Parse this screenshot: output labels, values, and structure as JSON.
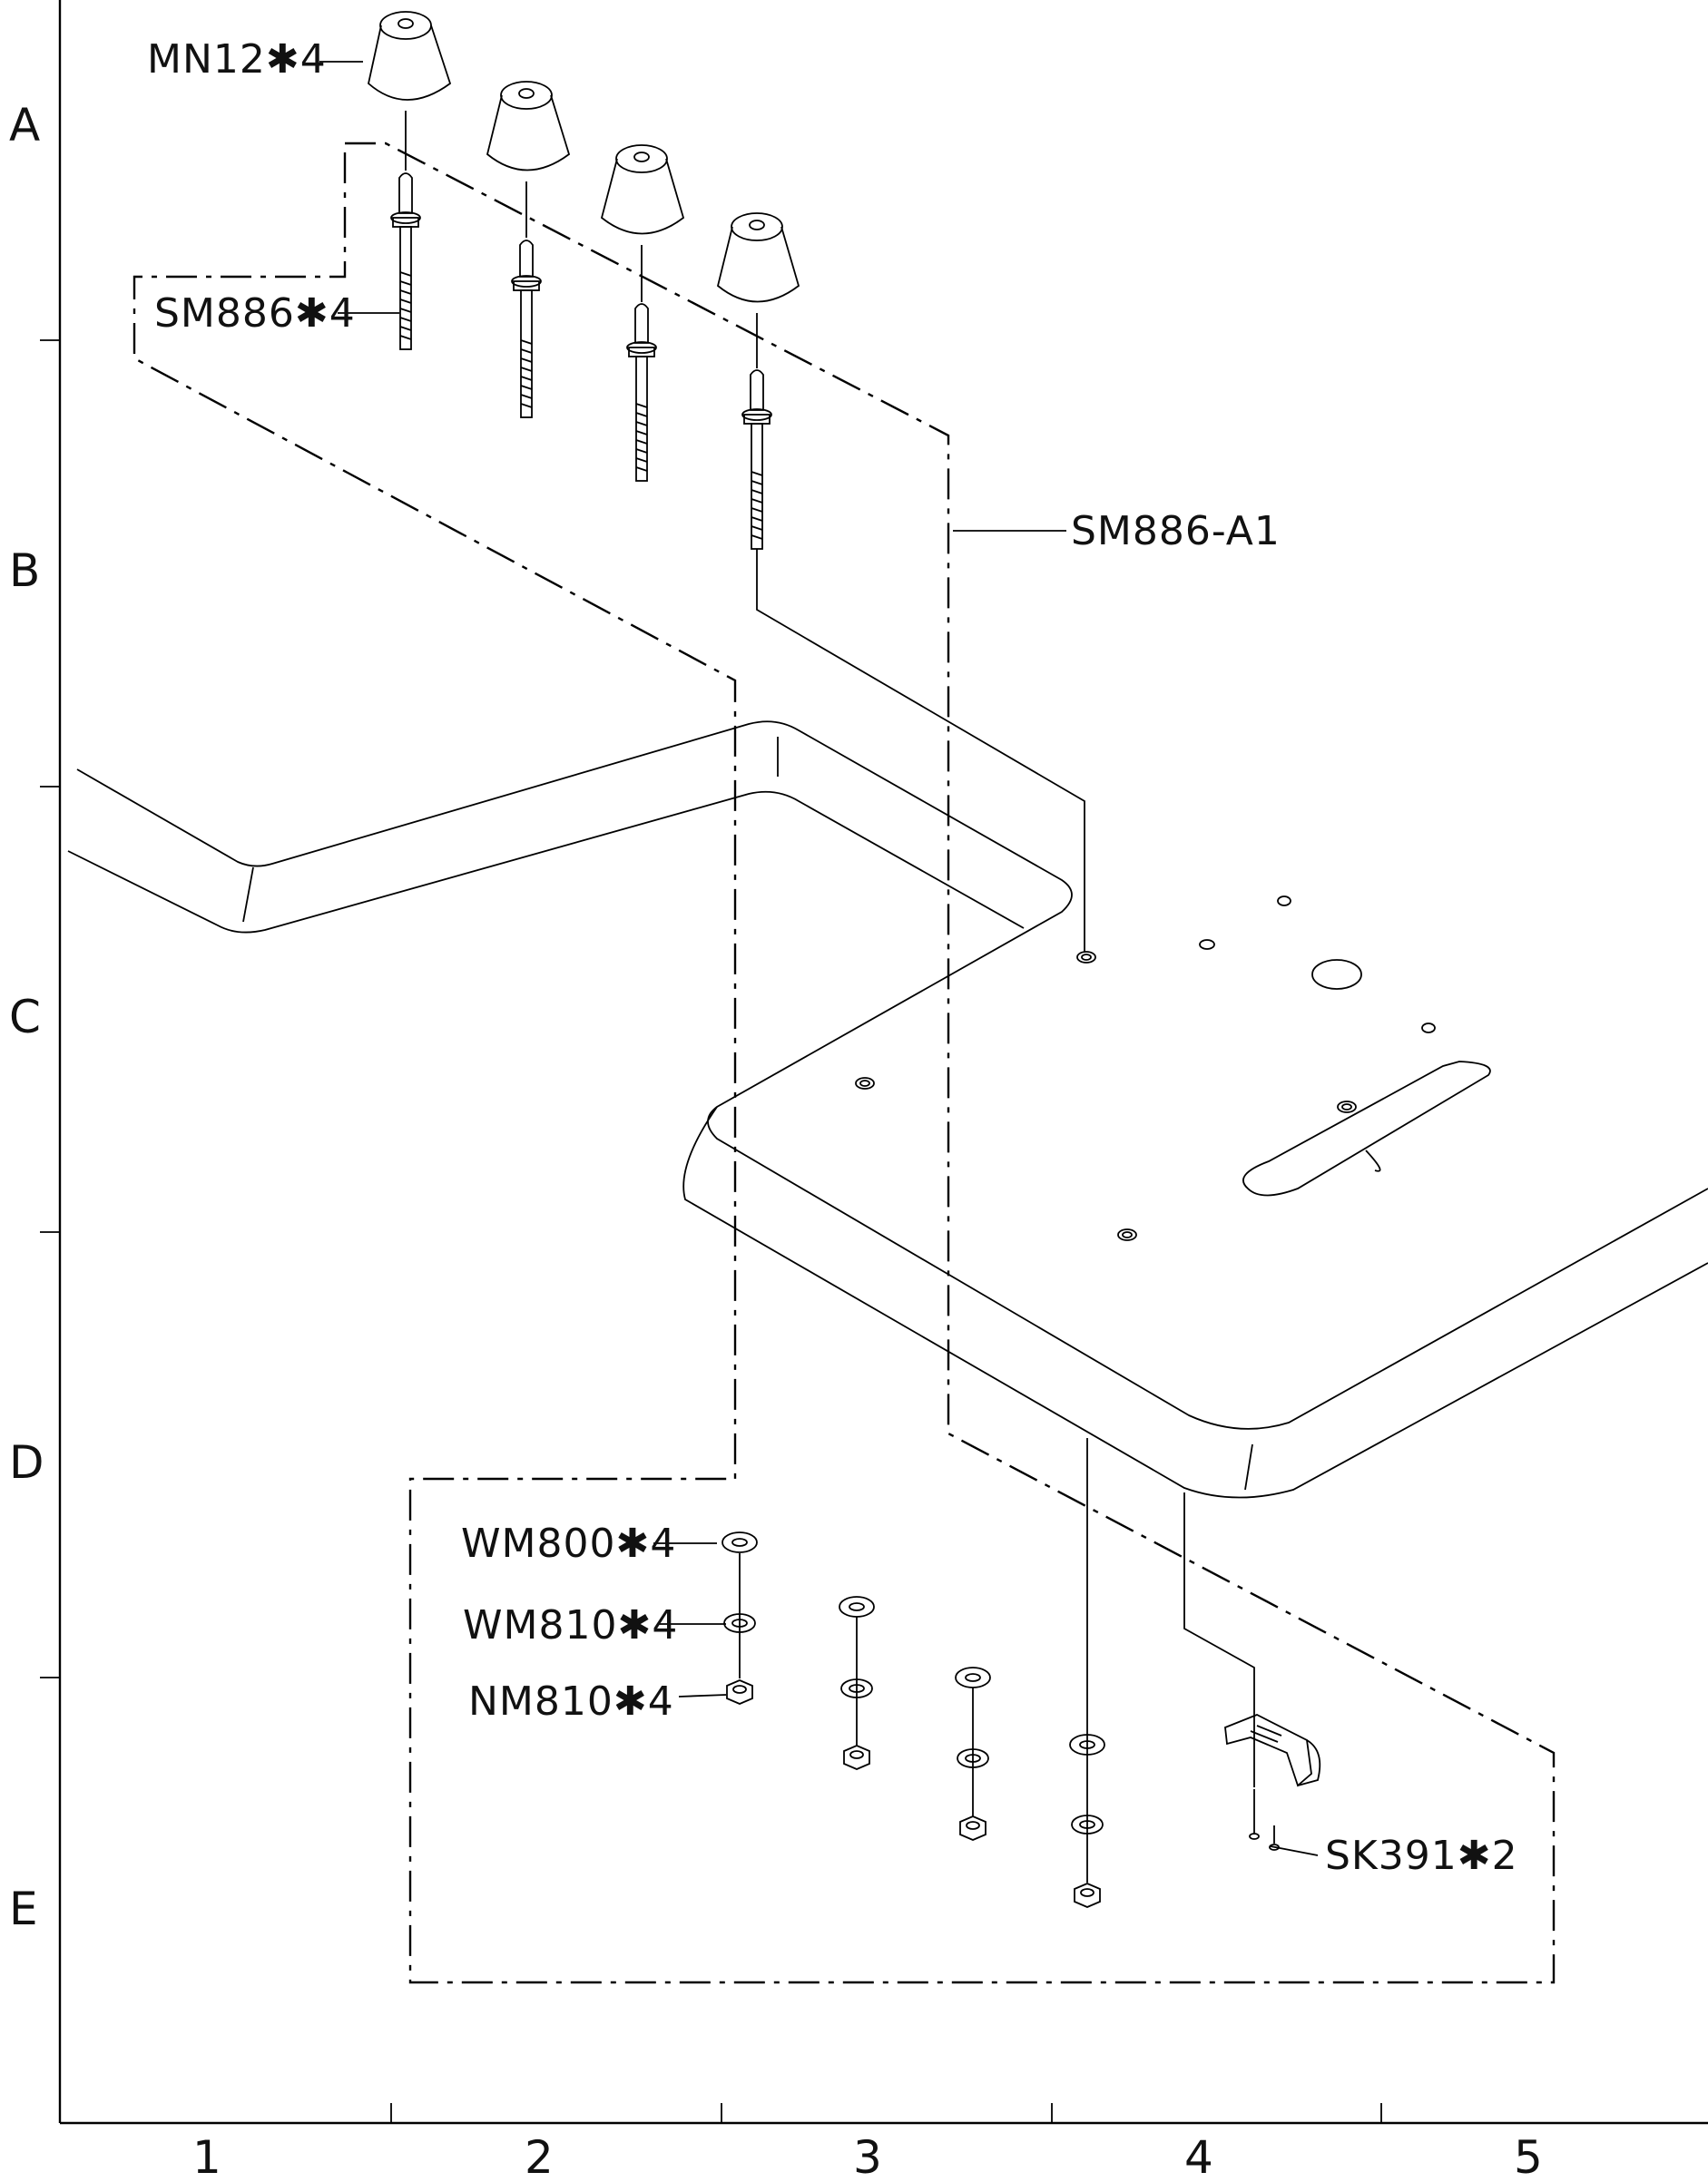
{
  "grid": {
    "rows": [
      "A",
      "B",
      "C",
      "D",
      "E"
    ],
    "columns": [
      "1",
      "2",
      "3",
      "4",
      "5"
    ]
  },
  "callouts": {
    "rubber_cushion": "MN12✱4",
    "stud_bolt": "SM886✱4",
    "assembly": "SM886-A1",
    "washer": "WM800✱4",
    "spring_washer": "WM810✱4",
    "nut": "NM810✱4",
    "screw": "SK391✱2"
  }
}
